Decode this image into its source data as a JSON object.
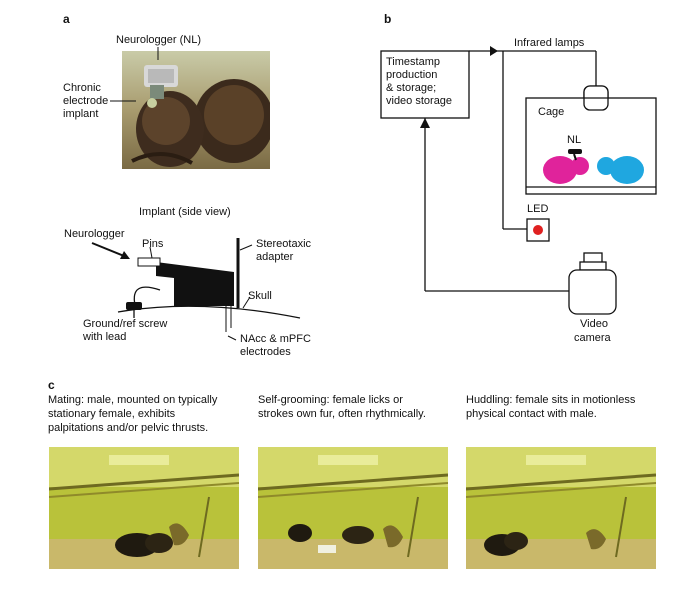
{
  "panel_a": {
    "letter": "a",
    "photo_labels": {
      "neurologger": "Neurologger (NL)",
      "implant_l1": "Chronic",
      "implant_l2": "electrode",
      "implant_l3": "implant"
    },
    "diagram": {
      "title": "Implant (side view)",
      "neurologger": "Neurologger",
      "pins": "Pins",
      "adapter_l1": "Stereotaxic",
      "adapter_l2": "adapter",
      "skull": "Skull",
      "screw_l1": "Ground/ref screw",
      "screw_l2": "with lead",
      "electrodes_l1": "NAcc & mPFC",
      "electrodes_l2": "electrodes"
    }
  },
  "panel_b": {
    "letter": "b",
    "box_l1": "Timestamp",
    "box_l2": "production",
    "box_l3": "& storage;",
    "box_l4": "video storage",
    "infrared": "Infrared lamps",
    "cage": "Cage",
    "nl": "NL",
    "led": "LED",
    "camera_l1": "Video",
    "camera_l2": "camera",
    "colors": {
      "female": "#e0239b",
      "male": "#1fa7e0",
      "led": "#e02020"
    }
  },
  "panel_c": {
    "letter": "c",
    "captions": [
      {
        "l1": "Mating: male, mounted on typically",
        "l2": "stationary female, exhibits",
        "l3": "palpitations and/or pelvic thrusts."
      },
      {
        "l1": "Self-grooming: female licks or",
        "l2": "strokes own fur, often rhythmically.",
        "l3": ""
      },
      {
        "l1": "Huddling: female sits in motionless",
        "l2": "physical contact with male.",
        "l3": ""
      }
    ]
  }
}
